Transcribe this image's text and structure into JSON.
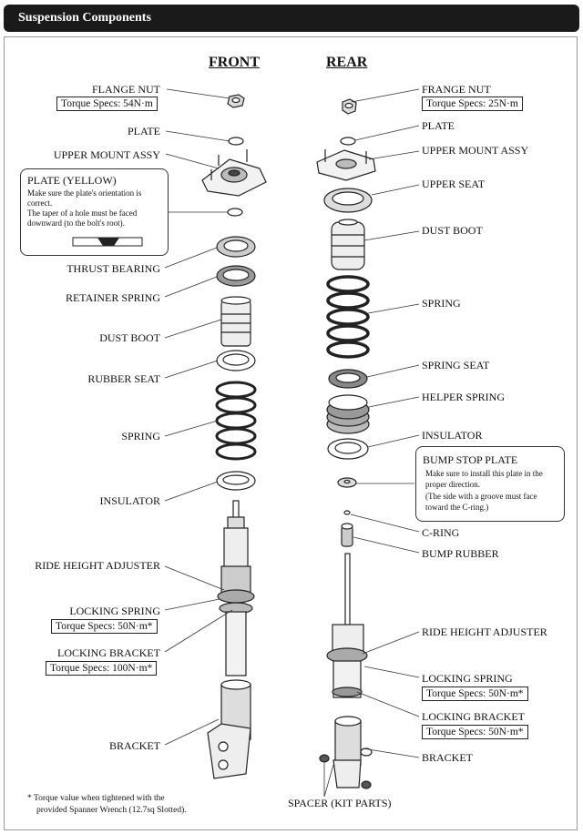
{
  "header": {
    "title": "Suspension Components"
  },
  "columns": {
    "front": "FRONT",
    "rear": "REAR"
  },
  "front": {
    "flange_nut": "FLANGE NUT",
    "flange_nut_torque": "Torque Specs: 54N·m",
    "plate": "PLATE",
    "upper_mount": "UPPER MOUNT ASSY",
    "thrust_bearing": "THRUST BEARING",
    "retainer_spring": "RETAINER SPRING",
    "dust_boot": "DUST BOOT",
    "rubber_seat": "RUBBER SEAT",
    "spring": "SPRING",
    "insulator": "INSULATOR",
    "ride_height": "RIDE HEIGHT ADJUSTER",
    "locking_spring": "LOCKING SPRING",
    "locking_spring_torque": "Torque Specs: 50N·m*",
    "locking_bracket": "LOCKING BRACKET",
    "locking_bracket_torque": "Torque Specs: 100N·m*",
    "bracket": "BRACKET"
  },
  "plate_yellow_note": {
    "title": "PLATE (YELLOW)",
    "line1": "Make sure the plate's orientation is",
    "line2": "correct.",
    "line3": "The taper of a hole must be faced",
    "line4": "downward (to the bolt's root)."
  },
  "rear": {
    "frange_nut": "FRANGE NUT",
    "frange_nut_torque": "Torque Specs: 25N·m",
    "plate": "PLATE",
    "upper_mount": "UPPER MOUNT ASSY",
    "upper_seat": "UPPER  SEAT",
    "dust_boot": "DUST BOOT",
    "spring": "SPRING",
    "spring_seat": "SPRING SEAT",
    "helper_spring": "HELPER SPRING",
    "insulator": "INSULATOR",
    "c_ring": "C-RING",
    "bump_rubber": "BUMP RUBBER",
    "ride_height": "RIDE HEIGHT ADJUSTER",
    "locking_spring": "LOCKING SPRING",
    "locking_spring_torque": "Torque Specs: 50N·m*",
    "locking_bracket": "LOCKING BRACKET",
    "locking_bracket_torque": "Torque Specs: 50N·m*",
    "bracket": "BRACKET",
    "spacer": "SPACER (KIT PARTS)"
  },
  "bump_stop_note": {
    "title": "BUMP STOP PLATE",
    "line1": "Make sure to install this plate in the",
    "line2": "proper direction.",
    "line3": "(The side with a groove must face",
    "line4": "toward the C-ring.)"
  },
  "footnote": {
    "line1": "* Torque value when tightened with the",
    "line2": "provided Spanner Wrench (12.7sq Slotted)."
  }
}
